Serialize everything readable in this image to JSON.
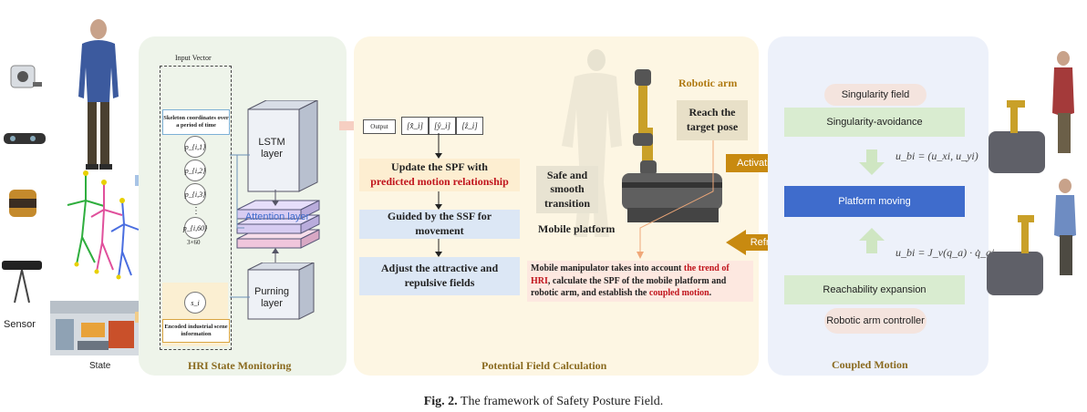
{
  "caption": {
    "label": "Fig. 2.",
    "text": "The framework of Safety Posture Field."
  },
  "state_column": {
    "sensor_label": "Sensor",
    "state_label": "State"
  },
  "hri_panel": {
    "title": "HRI State Monitoring",
    "input_vector_label": "Input Vector",
    "skeleton_label": "Skeleton coordinates over a period of time",
    "p_nodes": [
      "p_{i,1}",
      "p_{i,2}",
      "p_{i,3}",
      "⋮",
      "p_{i,60}"
    ],
    "dimension_label": "3×60",
    "s_node": "s_i",
    "scene_label": "Encoded industrial scene information",
    "lstm_label": "LSTM layer",
    "attention_label": "Attention layer",
    "purning_label": "Purning layer"
  },
  "pf_panel": {
    "title": "Potential Field Calculation",
    "output_label": "Output",
    "output_values": [
      "[x̂_i]",
      "[ŷ_i]",
      "[ẑ_i]"
    ],
    "step1_prefix": "Update the SPF with",
    "step1_highlight": "predicted motion relationship",
    "step2": "Guided by the SSF for movement",
    "step3": "Adjust the attractive and repulsive fields",
    "robotic_arm_label": "Robotic arm",
    "reach_target": "Reach the target pose",
    "safe_transition": "Safe and smooth transition",
    "mobile_platform_label": "Mobile platform",
    "note_part1": "Mobile manipulator takes into account ",
    "note_red1": "the trend of HRI",
    "note_part2": ", calculate the SPF of the mobile platform and robotic arm, and establish the ",
    "note_red2": "coupled motion",
    "note_part3": "."
  },
  "arrows": {
    "activation": "Activation",
    "refresh": "Refresh"
  },
  "cm_panel": {
    "title": "Coupled Motion",
    "singularity_field": "Singularity field",
    "singularity_avoidance": "Singularity-avoidance",
    "formula_top": "u_bi = (u_xi, u_yi)",
    "platform_moving": "Platform moving",
    "formula_bottom": "u_bi = J_v(q_a) · q̇_ai",
    "reachability": "Reachability expansion",
    "robotic_arm_controller": "Robotic arm controller"
  },
  "colors": {
    "hri_bg": "#eef4ea",
    "pf_bg": "#fdf6e3",
    "cm_bg": "#edf1fa",
    "orange_arrow": "#c88a10",
    "blue_box": "#3f6ccc",
    "accent_red": "#c0141c",
    "title_gold": "#8a6a1f"
  }
}
